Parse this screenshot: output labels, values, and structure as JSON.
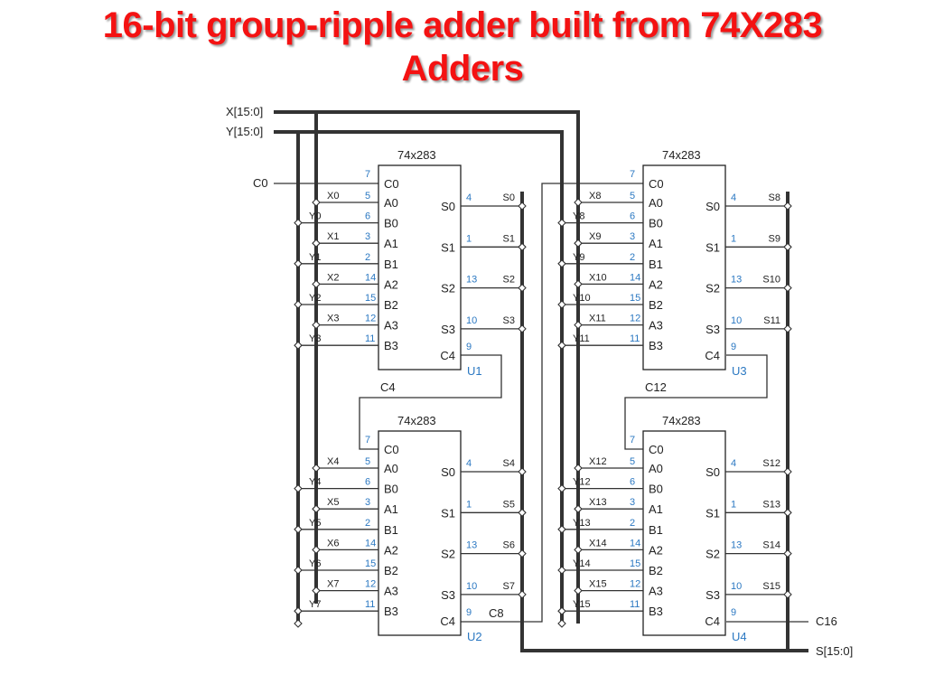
{
  "title": {
    "line1": "16-bit group-ripple adder built from 74X283",
    "line2": "Adders"
  },
  "buses": {
    "x": "X[15:0]",
    "y": "Y[15:0]",
    "s": "S[15:0]"
  },
  "carries": {
    "c0": "C0",
    "c4": "C4",
    "c8": "C8",
    "c12": "C12",
    "c16": "C16"
  },
  "chip_part": "74x283",
  "pin_labels_left": [
    "C0",
    "A0",
    "B0",
    "A1",
    "B1",
    "A2",
    "B2",
    "A3",
    "B3"
  ],
  "pin_labels_right": [
    "S0",
    "S1",
    "S2",
    "S3",
    "C4"
  ],
  "pin_numbers_left": [
    "7",
    "5",
    "6",
    "3",
    "2",
    "14",
    "15",
    "12",
    "11"
  ],
  "pin_numbers_right": [
    "4",
    "1",
    "13",
    "10",
    "9"
  ],
  "chips": [
    {
      "ref": "U1",
      "inputs": [
        "X0",
        "Y0",
        "X1",
        "Y1",
        "X2",
        "Y2",
        "X3",
        "Y3"
      ],
      "sums": [
        "S0",
        "S1",
        "S2",
        "S3"
      ]
    },
    {
      "ref": "U2",
      "inputs": [
        "X4",
        "Y4",
        "X5",
        "Y5",
        "X6",
        "Y6",
        "X7",
        "Y7"
      ],
      "sums": [
        "S4",
        "S5",
        "S6",
        "S7"
      ]
    },
    {
      "ref": "U3",
      "inputs": [
        "X8",
        "Y8",
        "X9",
        "Y9",
        "X10",
        "Y10",
        "X11",
        "Y11"
      ],
      "sums": [
        "S8",
        "S9",
        "S10",
        "S11"
      ]
    },
    {
      "ref": "U4",
      "inputs": [
        "X12",
        "Y12",
        "X13",
        "Y13",
        "X14",
        "Y14",
        "X15",
        "Y15"
      ],
      "sums": [
        "S12",
        "S13",
        "S14",
        "S15"
      ]
    }
  ]
}
